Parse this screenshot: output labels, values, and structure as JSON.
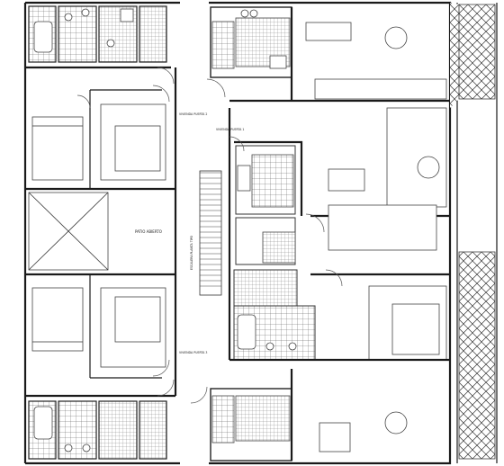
{
  "labels": {
    "patio": "PATIO ABIERTO",
    "vivienda_left_top": "VIVIENDA PUERTA 2",
    "vivienda_left_bottom": "VIVIENDA PUERTA 3",
    "vivienda_right": "VIVIENDA PUERTA 1",
    "stair": "ESCALERA PLANTA TIPO"
  }
}
